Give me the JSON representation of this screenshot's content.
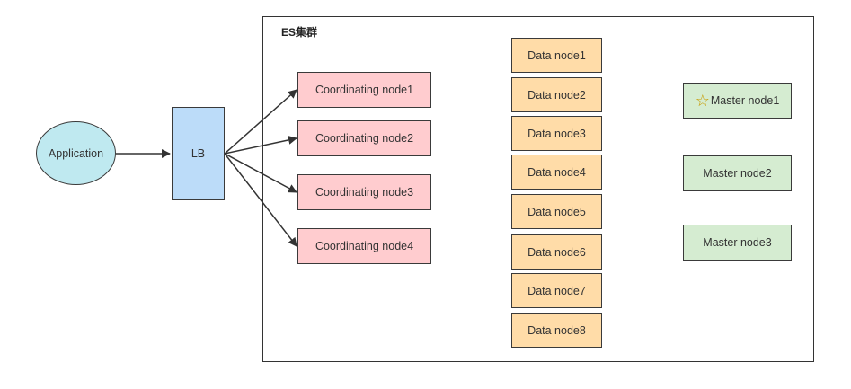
{
  "cluster": {
    "title": "ES集群"
  },
  "application": {
    "label": "Application"
  },
  "lb": {
    "label": "LB"
  },
  "coordinating_nodes": [
    "Coordinating node1",
    "Coordinating node2",
    "Coordinating node3",
    "Coordinating node4"
  ],
  "data_nodes": [
    "Data node1",
    "Data node2",
    "Data node3",
    "Data node4",
    "Data node5",
    "Data node6",
    "Data node7",
    "Data node8"
  ],
  "master_nodes": [
    "Master node1",
    "Master node2",
    "Master node3"
  ],
  "master_marker_icon": "star-icon",
  "colors": {
    "application": "#bfe9f0",
    "lb": "#bcdcf9",
    "coordinating": "#ffcccf",
    "data": "#ffdca8",
    "master": "#d5ecd1"
  }
}
